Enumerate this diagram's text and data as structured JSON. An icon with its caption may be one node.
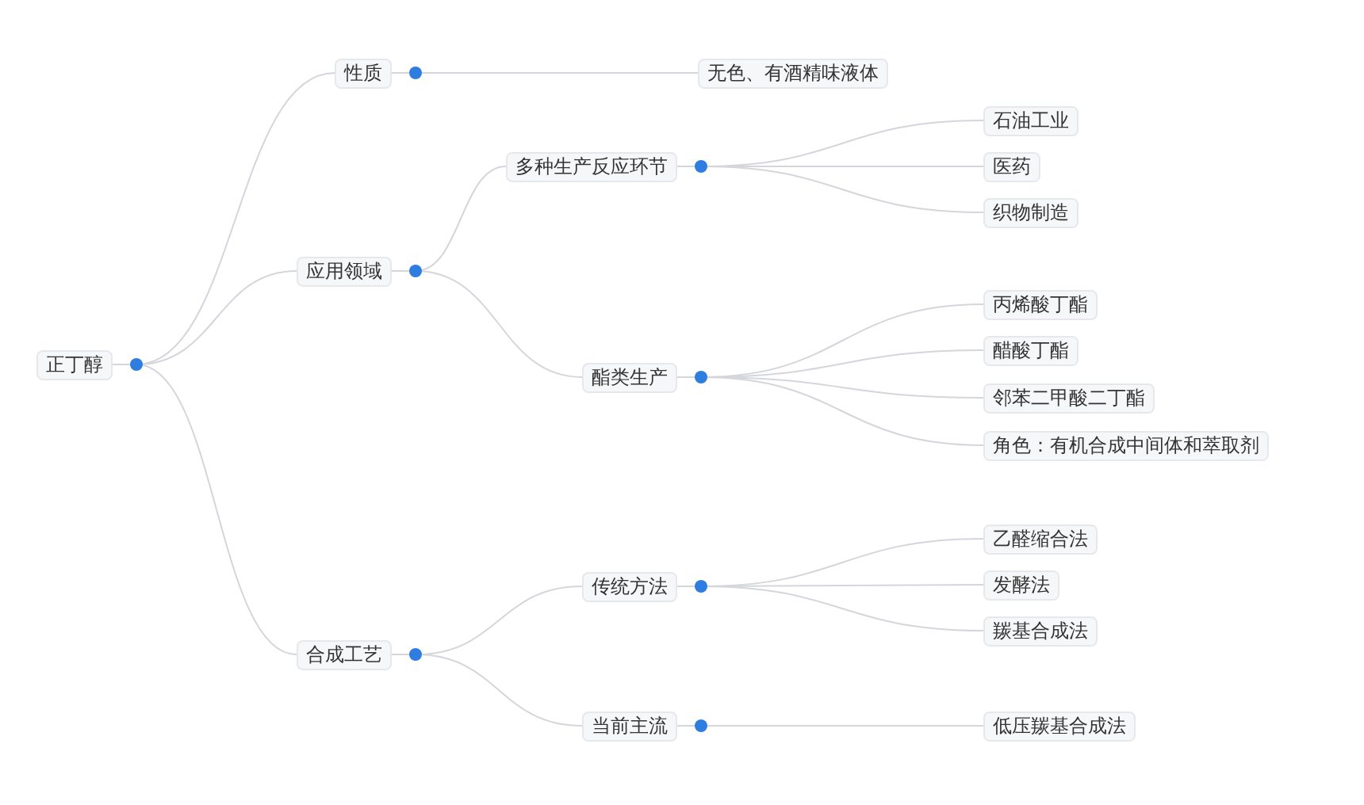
{
  "diagram": {
    "nodes": [
      {
        "text": [
          "正丁醇"
        ]
      },
      {
        "text": [
          "性质"
        ]
      },
      {
        "text": [
          "无色、有酒精味液体"
        ]
      },
      {
        "text": [
          "应用领域"
        ]
      },
      {
        "text": [
          "多种生产反应环节"
        ]
      },
      {
        "text": [
          "石油工业"
        ]
      },
      {
        "text": [
          "医药"
        ]
      },
      {
        "text": [
          "织物制造"
        ]
      },
      {
        "text": [
          "酯类生产"
        ]
      },
      {
        "text": [
          "丙烯酸丁酯"
        ]
      },
      {
        "text": [
          "醋酸丁酯"
        ]
      },
      {
        "text": [
          "邻苯二甲酸二丁酯"
        ]
      },
      {
        "text": [
          "角色：有机合成中间体和萃取剂"
        ]
      },
      {
        "text": [
          "合成工艺"
        ]
      },
      {
        "text": [
          "传统方法"
        ]
      },
      {
        "text": [
          "乙醛缩合法"
        ]
      },
      {
        "text": [
          "发酵法"
        ]
      },
      {
        "text": [
          "羰基合成法"
        ]
      },
      {
        "text": [
          "当前主流"
        ]
      },
      {
        "text": [
          "低压羰基合成法"
        ]
      }
    ],
    "edges": [
      {
        "from": 0,
        "to": 1,
        "arrow": "none"
      },
      {
        "from": 0,
        "to": 3,
        "arrow": "none"
      },
      {
        "from": 0,
        "to": 13,
        "arrow": "none"
      },
      {
        "from": 1,
        "to": 2,
        "arrow": "none"
      },
      {
        "from": 3,
        "to": 4,
        "arrow": "none"
      },
      {
        "from": 3,
        "to": 8,
        "arrow": "none"
      },
      {
        "from": 4,
        "to": 5,
        "arrow": "none"
      },
      {
        "from": 4,
        "to": 6,
        "arrow": "none"
      },
      {
        "from": 4,
        "to": 7,
        "arrow": "none"
      },
      {
        "from": 8,
        "to": 9,
        "arrow": "none"
      },
      {
        "from": 8,
        "to": 10,
        "arrow": "none"
      },
      {
        "from": 8,
        "to": 11,
        "arrow": "none"
      },
      {
        "from": 8,
        "to": 12,
        "arrow": "none"
      },
      {
        "from": 13,
        "to": 14,
        "arrow": "none"
      },
      {
        "from": 13,
        "to": 18,
        "arrow": "none"
      },
      {
        "from": 14,
        "to": 15,
        "arrow": "none"
      },
      {
        "from": 14,
        "to": 16,
        "arrow": "none"
      },
      {
        "from": 14,
        "to": 17,
        "arrow": "none"
      },
      {
        "from": 18,
        "to": 19,
        "arrow": "none"
      }
    ]
  }
}
